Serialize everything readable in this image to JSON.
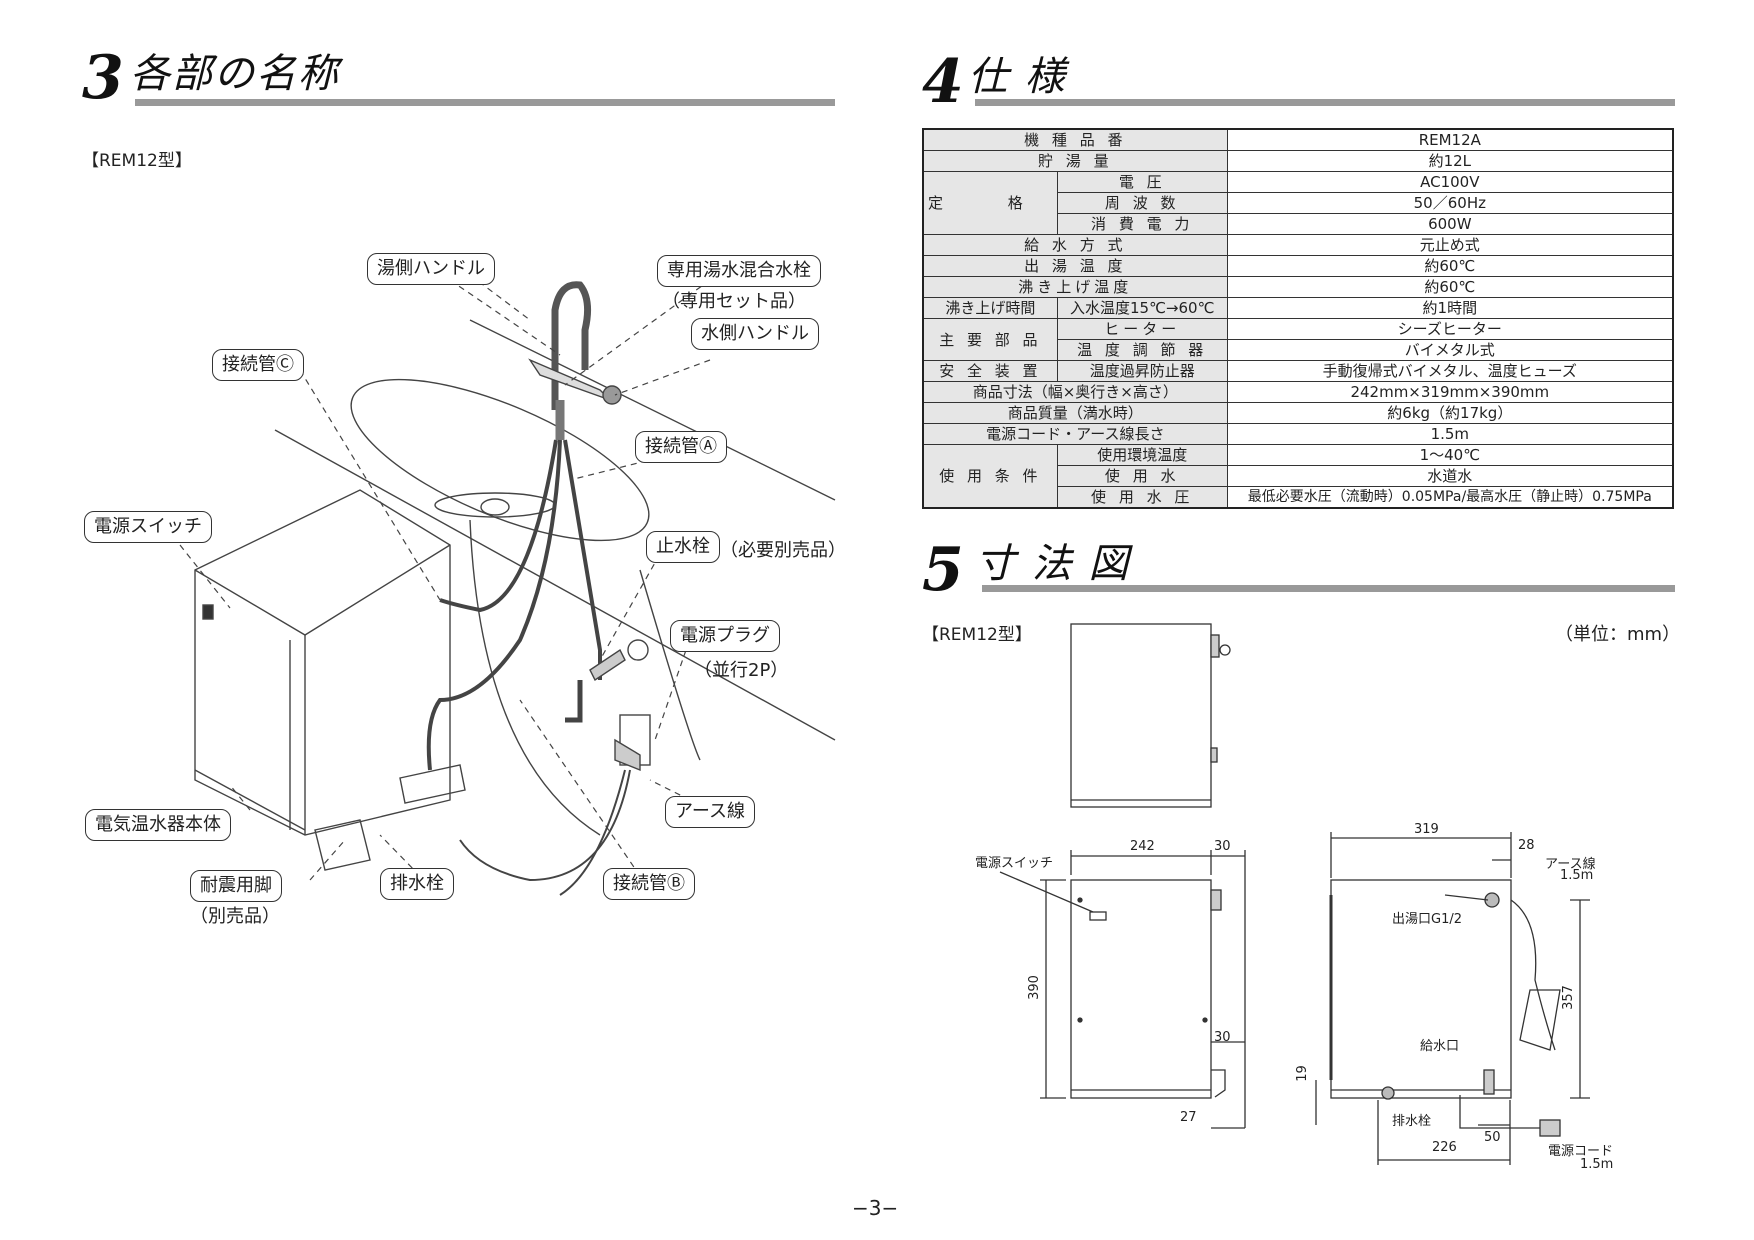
{
  "section3": {
    "number": "3",
    "title": "各部の名称",
    "model": "【REM12型】"
  },
  "section4": {
    "number": "4",
    "title": "仕 様"
  },
  "section5": {
    "number": "5",
    "title": "寸 法 図",
    "model": "【REM12型】",
    "unit": "（単位：mm）"
  },
  "parts": {
    "hot_handle": "湯側ハンドル",
    "faucet": "専用湯水混合水栓",
    "faucet_note": "（専用セット品）",
    "cold_handle": "水側ハンドル",
    "pipe_c": "接続管Ⓒ",
    "pipe_a": "接続管Ⓐ",
    "power_switch": "電源スイッチ",
    "stop_valve": "止水栓",
    "stop_valve_note": "（必要別売品）",
    "power_plug": "電源プラグ",
    "power_plug_note": "（並行2P）",
    "earth_wire": "アース線",
    "heater_body": "電気温水器本体",
    "quake_feet": "耐震用脚",
    "quake_feet_note": "（別売品）",
    "drain_plug": "排水栓",
    "pipe_b": "接続管Ⓑ"
  },
  "spec_rows": {
    "model_label": "機 種 品 番",
    "model_value": "REM12A",
    "storage_label": "貯 湯 量",
    "storage_value": "約12L",
    "rating_label": "定 格",
    "voltage_label": "電 圧",
    "voltage_value": "AC100V",
    "freq_label": "周 波 数",
    "freq_value": "50／60Hz",
    "power_label": "消 費 電 力",
    "power_value": "600W",
    "supply_label": "給 水 方 式",
    "supply_value": "元止め式",
    "outtemp_label": "出 湯 温 度",
    "outtemp_value": "約60℃",
    "boiltemp_label": "沸き上げ温度",
    "boiltemp_value": "約60℃",
    "boiltime_label": "沸き上げ時間",
    "boiltime_sub": "入水温度15℃→60℃",
    "boiltime_value": "約1時間",
    "parts_label": "主 要 部 品",
    "heater_label": "ヒーター",
    "heater_value": "シーズヒーター",
    "thermo_label": "温 度 調 節 器",
    "thermo_value": "バイメタル式",
    "safety_label": "安 全 装 置",
    "safety_sub": "温度過昇防止器",
    "safety_value": "手動復帰式バイメタル、温度ヒューズ",
    "size_label": "商品寸法（幅×奥行き×高さ）",
    "size_value": "242mm×319mm×390mm",
    "mass_label": "商品質量（満水時）",
    "mass_value": "約6kg（約17kg）",
    "cord_label": "電源コード・アース線長さ",
    "cord_value": "1.5m",
    "use_label": "使 用 条 件",
    "envtemp_label": "使用環境温度",
    "envtemp_value": "1～40℃",
    "water_label": "使 用 水",
    "water_value": "水道水",
    "pressure_label": "使 用 水 圧",
    "pressure_value": "最低必要水圧（流動時）0.05MPa/最高水圧（静止時）0.75MPa"
  },
  "dims": {
    "switch": "電源スイッチ",
    "w242": "242",
    "d30a": "30",
    "h390": "390",
    "d30b": "30",
    "d27": "27",
    "d319": "319",
    "d28": "28",
    "earth": "アース線",
    "earth_len": "1.5m",
    "outlet": "出湯口G1/2",
    "inlet": "給水口",
    "h357": "357",
    "h19": "19",
    "drain": "排水栓",
    "d226": "226",
    "d50": "50",
    "cord": "電源コード",
    "cord_len": "1.5m"
  },
  "page": "−3−"
}
